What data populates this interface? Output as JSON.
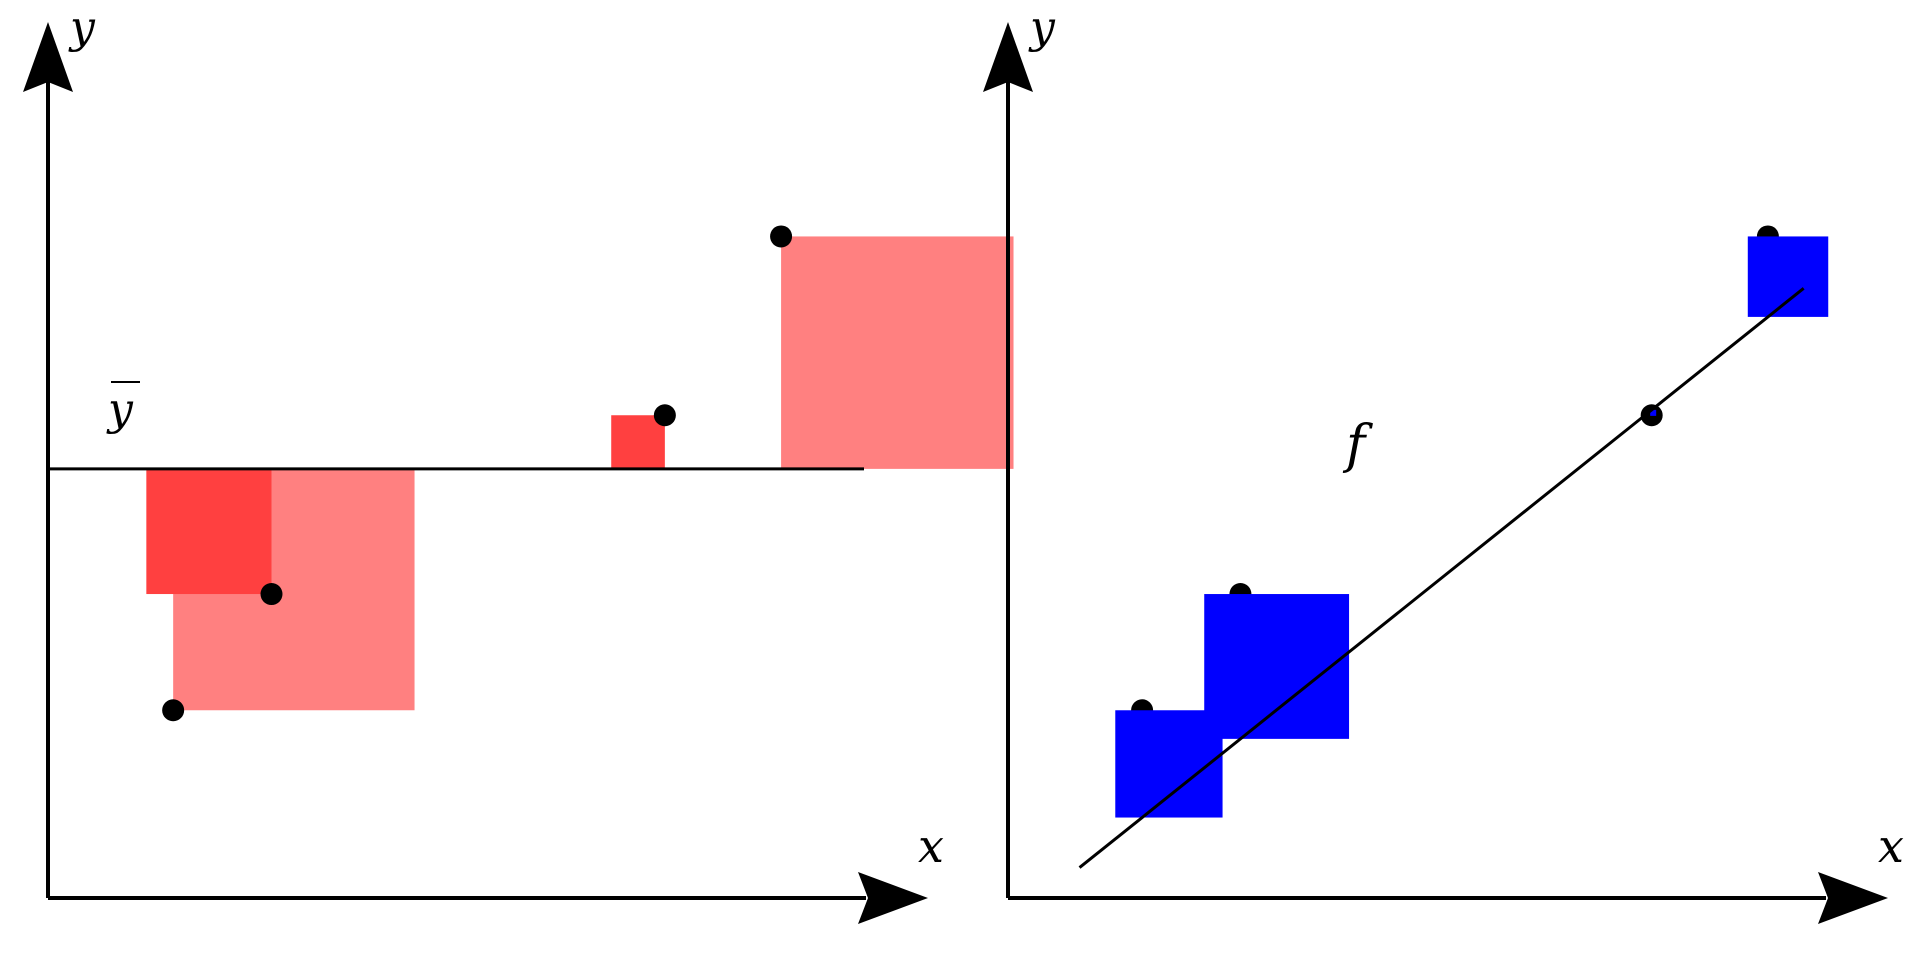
{
  "colors": {
    "axis": "#000000",
    "point": "#000000",
    "total_square": "#ff8080",
    "mean_square": "#ff4040",
    "point_overlay": "#990000",
    "residual_square": "#0000ff"
  },
  "chart_data": [
    {
      "type": "scatter",
      "xlabel": "x",
      "ylabel": "y",
      "xlim": [
        0,
        10
      ],
      "ylim": [
        0,
        10
      ],
      "mean_label": "y",
      "mean_y": 4.8,
      "points": [
        {
          "x": 1.4,
          "y": 2.1
        },
        {
          "x": 2.5,
          "y": 3.4
        },
        {
          "x": 6.9,
          "y": 5.4
        },
        {
          "x": 8.2,
          "y": 7.4
        }
      ]
    },
    {
      "type": "scatter",
      "xlabel": "x",
      "ylabel": "y",
      "xlim": [
        0,
        10
      ],
      "ylim": [
        0,
        10
      ],
      "fit_label": "f",
      "fit_line": {
        "slope": 0.8,
        "intercept": -0.3,
        "x_range": [
          0.8,
          8.9
        ]
      },
      "points": [
        {
          "x": 1.5,
          "y": 2.1
        },
        {
          "x": 2.6,
          "y": 3.4
        },
        {
          "x": 7.2,
          "y": 5.4
        },
        {
          "x": 8.5,
          "y": 7.4
        }
      ]
    }
  ]
}
